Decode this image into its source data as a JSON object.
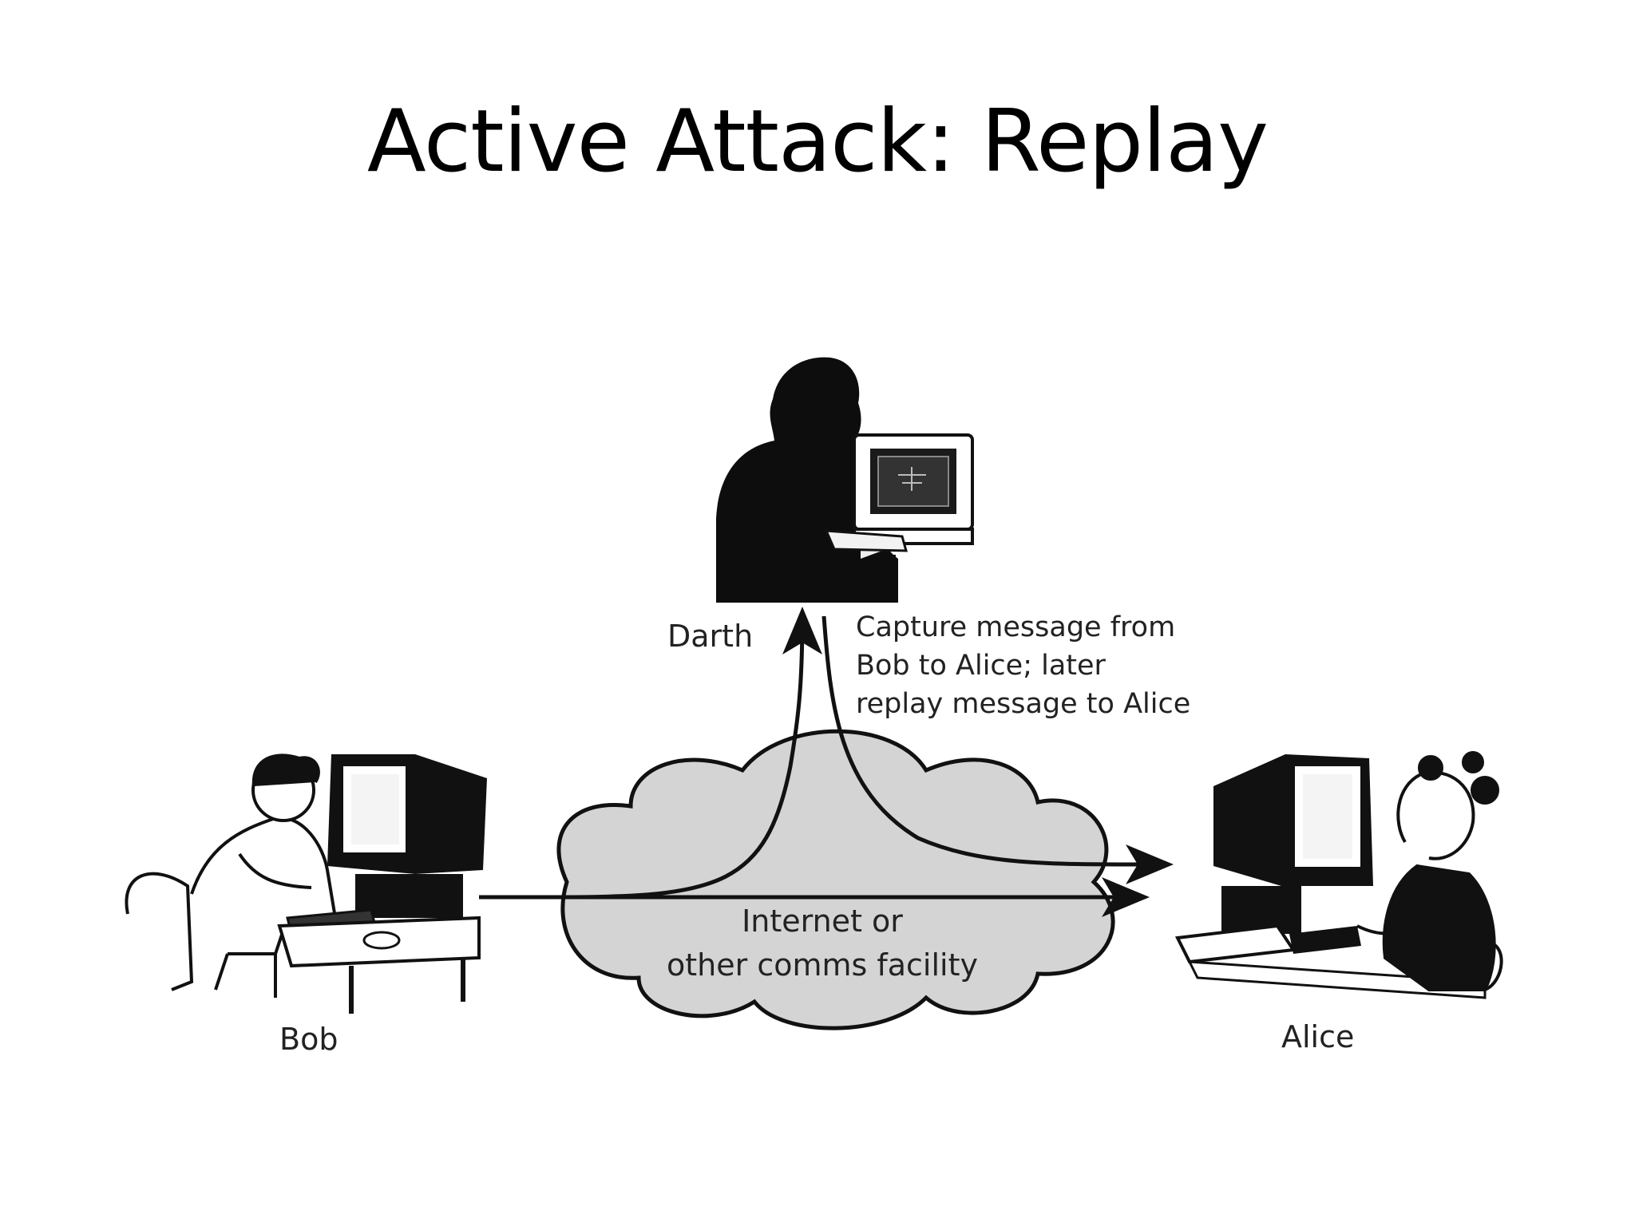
{
  "slide": {
    "title": "Active Attack: Replay"
  },
  "diagram": {
    "actors": {
      "darth": "Darth",
      "bob": "Bob",
      "alice": "Alice"
    },
    "capture_note": [
      "Capture message from",
      "Bob to Alice; later",
      "replay message to Alice"
    ],
    "network_label": [
      "Internet or",
      "other comms facility"
    ]
  }
}
